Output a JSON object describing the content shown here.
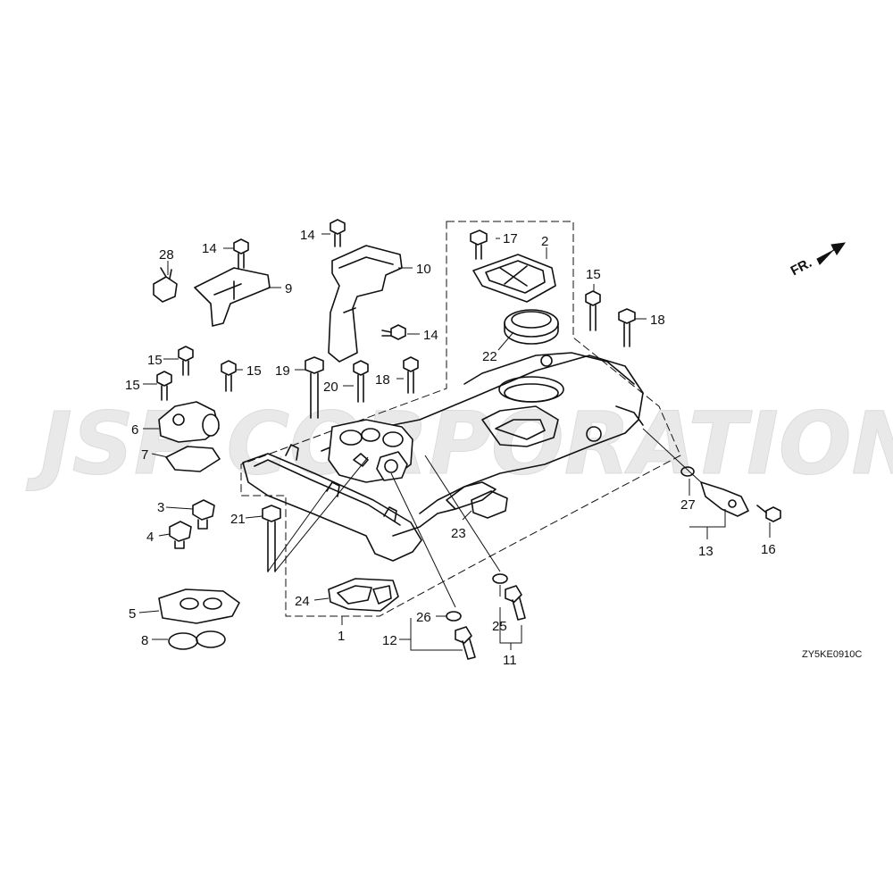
{
  "watermark": "JSP CORPORATION",
  "front_arrow_label": "FR.",
  "diagram_code": "ZY5KE0910C",
  "callouts": [
    "1",
    "2",
    "3",
    "4",
    "5",
    "6",
    "7",
    "8",
    "9",
    "10",
    "11",
    "12",
    "13",
    "14",
    "14",
    "14",
    "15",
    "15",
    "15",
    "15",
    "16",
    "17",
    "18",
    "18",
    "19",
    "20",
    "21",
    "22",
    "23",
    "24",
    "25",
    "26",
    "27",
    "28"
  ]
}
